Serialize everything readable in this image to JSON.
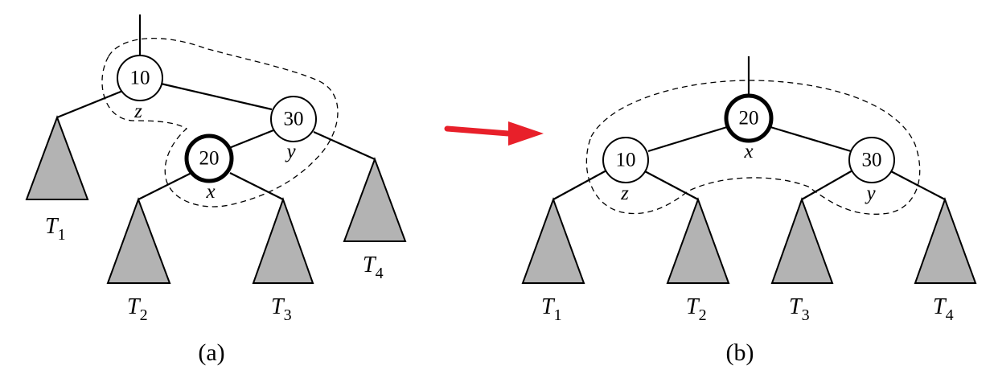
{
  "panel_a": {
    "caption": "(a)",
    "nodes": {
      "n10": "10",
      "n30": "30",
      "n20": "20"
    },
    "vars": {
      "z": "z",
      "y": "y",
      "x": "x"
    },
    "subtrees": {
      "t1": {
        "base": "T",
        "sub": "1"
      },
      "t2": {
        "base": "T",
        "sub": "2"
      },
      "t3": {
        "base": "T",
        "sub": "3"
      },
      "t4": {
        "base": "T",
        "sub": "4"
      }
    }
  },
  "panel_b": {
    "caption": "(b)",
    "nodes": {
      "n20": "20",
      "n10": "10",
      "n30": "30"
    },
    "vars": {
      "x": "x",
      "z": "z",
      "y": "y"
    },
    "subtrees": {
      "t1": {
        "base": "T",
        "sub": "1"
      },
      "t2": {
        "base": "T",
        "sub": "2"
      },
      "t3": {
        "base": "T",
        "sub": "3"
      },
      "t4": {
        "base": "T",
        "sub": "4"
      }
    }
  },
  "arrow_color": "#e8202a",
  "icons": {
    "arrow": "right-arrow-icon"
  }
}
